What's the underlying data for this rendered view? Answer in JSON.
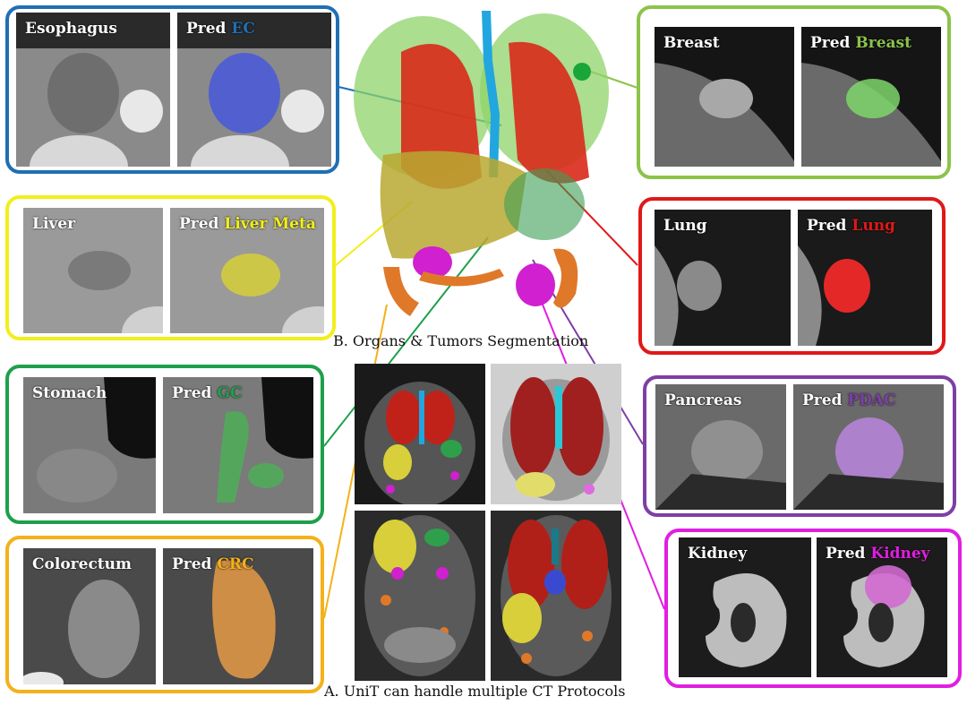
{
  "captions": {
    "organs": "B. Organs & Tumors Segmentation",
    "protocols": "A. UniT can handle multiple CT Protocols"
  },
  "panels": [
    {
      "key": "esophagus",
      "organ": "Esophagus",
      "pred": "Pred",
      "tumor": "EC",
      "border": "#1f6fb5",
      "tumor_color": "#1f6fb5",
      "mask": "#4b5bd6"
    },
    {
      "key": "breast",
      "organ": "Breast",
      "pred": "Pred",
      "tumor": "Breast",
      "border": "#8cc34a",
      "tumor_color": "#8cc34a",
      "mask": "#7ed66a"
    },
    {
      "key": "liver",
      "organ": "Liver",
      "pred": "Pred",
      "tumor": "Liver Meta",
      "border": "#f2ee1c",
      "tumor_color": "#f2ee1c",
      "mask": "#d6cf3a"
    },
    {
      "key": "lung",
      "organ": "Lung",
      "pred": "Pred",
      "tumor": "Lung",
      "border": "#e01818",
      "tumor_color": "#e01818",
      "mask": "#e42828"
    },
    {
      "key": "stomach",
      "organ": "Stomach",
      "pred": "Pred",
      "tumor": "GC",
      "border": "#1ea04b",
      "tumor_color": "#1ea04b",
      "mask": "#4fae58"
    },
    {
      "key": "pancreas",
      "organ": "Pancreas",
      "pred": "Pred",
      "tumor": "PDAC",
      "border": "#7d3fa6",
      "tumor_color": "#7d3fa6",
      "mask": "#b584d6"
    },
    {
      "key": "colorectum",
      "organ": "Colorectum",
      "pred": "Pred",
      "tumor": "CRC",
      "border": "#f4b11a",
      "tumor_color": "#f4b11a",
      "mask": "#e69a45"
    },
    {
      "key": "kidney",
      "organ": "Kidney",
      "pred": "Pred",
      "tumor": "Kidney",
      "border": "#e01ee0",
      "tumor_color": "#e01ee0",
      "mask": "#d06ad0"
    }
  ]
}
